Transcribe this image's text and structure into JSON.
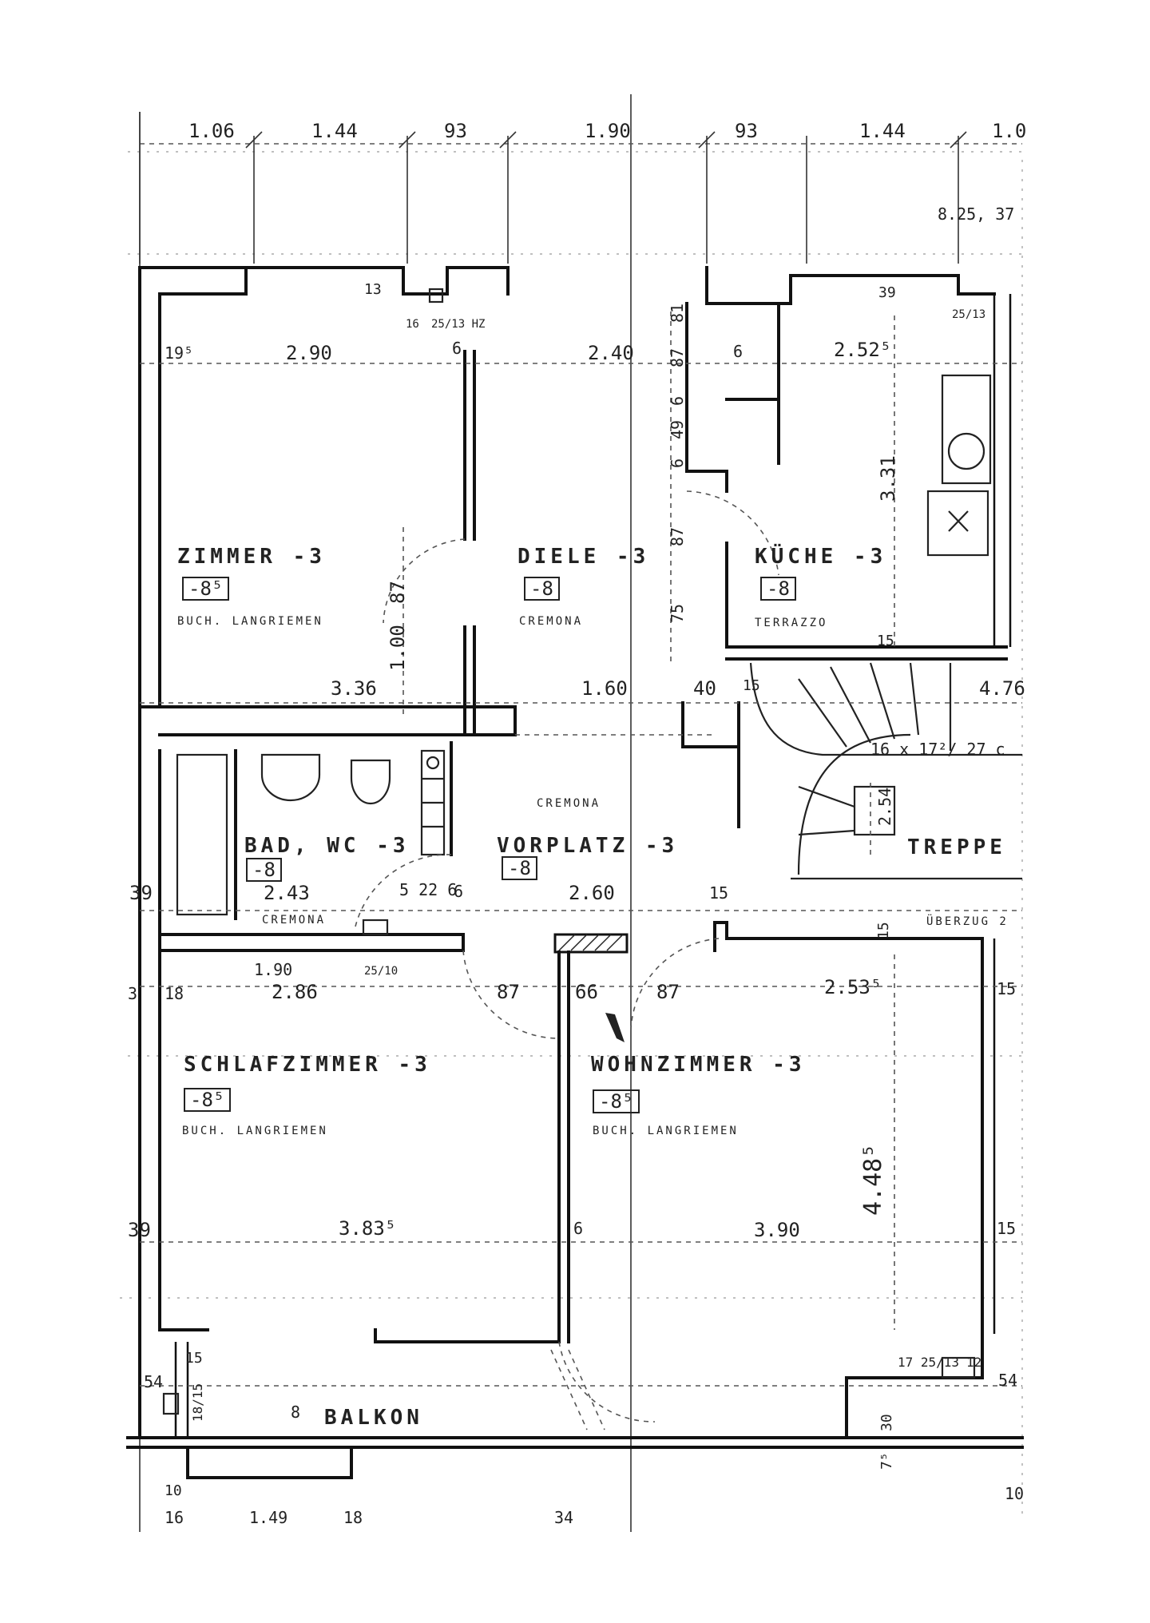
{
  "rooms": {
    "zimmer": {
      "name": "ZIMMER -3",
      "level": "-8⁵",
      "floor": "BUCH. LANGRIEMEN"
    },
    "diele": {
      "name": "DIELE -3",
      "level": "-8",
      "floor": "CREMONA"
    },
    "kueche": {
      "name": "KÜCHE -3",
      "level": "-8",
      "floor": "TERRAZZO"
    },
    "bad": {
      "name": "BAD, WC -3",
      "level": "-8",
      "floor": "CREMONA"
    },
    "vorplatz": {
      "name": "VORPLATZ -3",
      "level": "-8",
      "floor": "CREMONA"
    },
    "treppe": {
      "name": "TREPPE",
      "note": "16 x 17²/ 27 c"
    },
    "ueberzug": {
      "name": "ÜBERZUG 2"
    },
    "schlafzimmer": {
      "name": "SCHLAFZIMMER -3",
      "level": "-8⁵",
      "floor": "BUCH. LANGRIEMEN"
    },
    "wohnzimmer": {
      "name": "WOHNZIMMER -3",
      "level": "-8⁵",
      "floor": "BUCH. LANGRIEMEN"
    },
    "balkon": {
      "name": "BALKON"
    }
  },
  "dimensions": {
    "top": [
      "1.06",
      "1.44",
      "93",
      "1.90",
      "93",
      "1.44",
      "1.0"
    ],
    "top_right": "8.25, 37",
    "zimmer_width": "2.90",
    "diele_width": "2.40",
    "kueche_width": "2.52⁵",
    "kueche_height": "3.31",
    "zimmer_bottom": "3.36",
    "diele_bottom": "1.60",
    "pillar": "40",
    "stair_width": "4.76",
    "bad_width": "2.43",
    "vorplatz_width": "2.60",
    "schlaf_top_a": "1.90",
    "schlaf_top_b": "2.86",
    "wohn_width": "2.53⁵",
    "wohn_height": "4.48⁵",
    "schlaf_width": "3.83⁵",
    "wohn_inner": "3.90",
    "door_a": "87",
    "door_b": "66",
    "door_c": "87",
    "door_d": "87",
    "door_e": "1.00",
    "left_a": "19⁵",
    "left_b": "39",
    "left_c": "39",
    "left_d": "3",
    "left_e": "18",
    "right_15_a": "15",
    "right_15_b": "15",
    "right_54": "54",
    "left_54": "54",
    "wall_6_a": "6",
    "wall_6_b": "6",
    "wall_6_c": "6",
    "wall_6_d": "6",
    "wall_15_a": "15",
    "wall_15_b": "15",
    "wall_15_c": "15",
    "wall_15_d": "15",
    "wall_15_e": "15",
    "stair_254": "2.54",
    "chimney": "25/13 HZ",
    "chimney_nums": "16",
    "chimney_right": "25/13",
    "col_13": "13",
    "col_39": "39",
    "kitchen_left": [
      "81",
      "87",
      "6",
      "49",
      "6",
      "87",
      "75"
    ],
    "bad_small": "5 22 6",
    "schlaf_chimney": "25/10",
    "bottom": [
      "16",
      "1.49",
      "18",
      "34"
    ],
    "bottom_left": "10",
    "balcony_8": "8",
    "balcony_15": "18/15",
    "balcony_right": "17 25/13",
    "balcony_12": "12",
    "balcony_30": "30",
    "balcony_75": "7⁵",
    "bottom_right": "10"
  }
}
